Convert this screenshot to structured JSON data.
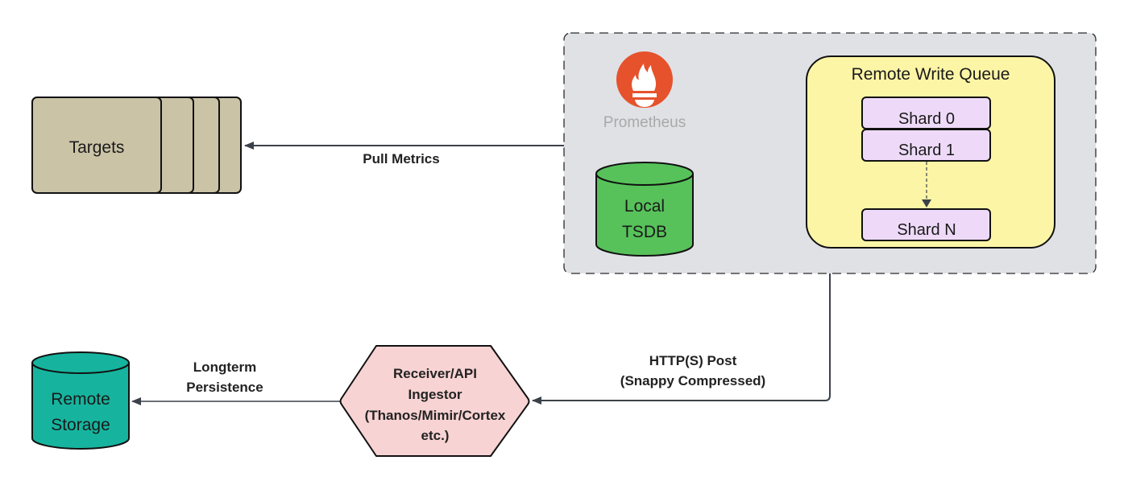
{
  "diagram": {
    "nodes": {
      "targets": {
        "label": "Targets",
        "stack_count": 4
      },
      "prometheus": {
        "logo_icon": "prometheus-flame-icon",
        "label": "Prometheus",
        "local_tsdb": {
          "lines": [
            "Local",
            "TSDB"
          ]
        },
        "remote_write_queue": {
          "title": "Remote Write Queue",
          "shards": [
            "Shard 0",
            "Shard 1",
            "Shard N"
          ]
        }
      },
      "receiver": {
        "lines": [
          "Receiver/API",
          "Ingestor",
          "(Thanos/Mimir/Cortex",
          "etc.)"
        ]
      },
      "remote_storage": {
        "lines": [
          "Remote",
          "Storage"
        ]
      }
    },
    "edges": {
      "pull_metrics": {
        "from": "Prometheus",
        "to": "Targets",
        "lines": [
          "Pull Metrics"
        ]
      },
      "http_post": {
        "from": "Prometheus",
        "to": "Receiver/API Ingestor",
        "lines": [
          "HTTP(S) Post",
          "(Snappy Compressed)"
        ]
      },
      "longterm": {
        "from": "Receiver/API Ingestor",
        "to": "Remote Storage",
        "lines": [
          "Longterm",
          "Persistence"
        ]
      },
      "shard_flow": {
        "from": "Shard 1",
        "to": "Shard N",
        "style": "dashed"
      }
    },
    "colors": {
      "targets_fill": "#cbc3a6",
      "prometheus_group_fill": "#dfe1e5",
      "prometheus_orange": "#e6522c",
      "tsdb_fill": "#57c25a",
      "queue_fill": "#fdf5a6",
      "shard_fill": "#eedaf8",
      "receiver_fill": "#f8d3d3",
      "storage_fill": "#16b49e",
      "edge_color": "#3b4149"
    }
  }
}
